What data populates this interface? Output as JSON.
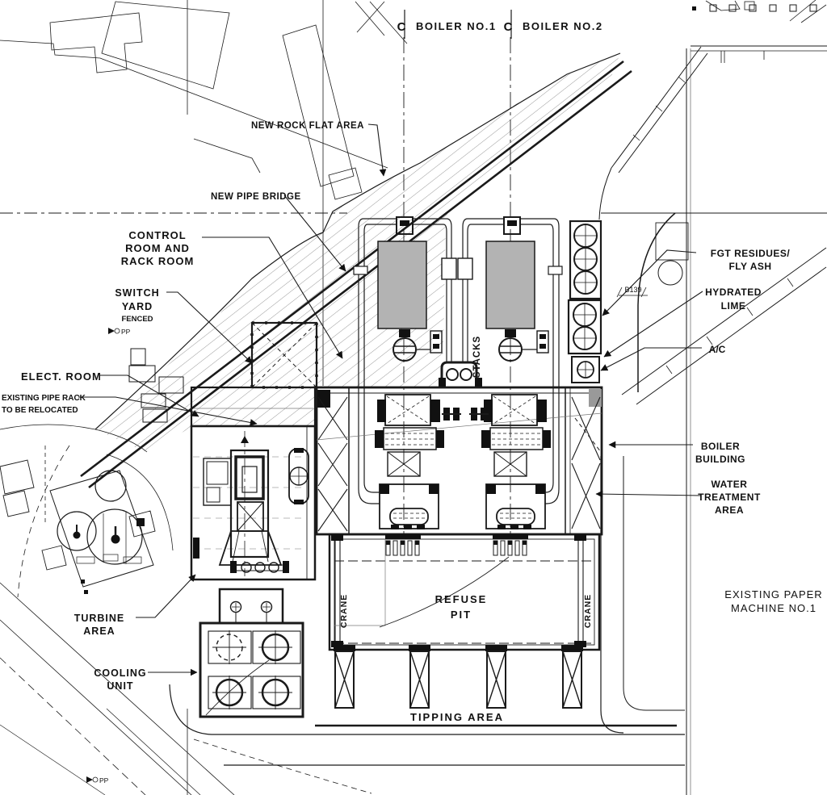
{
  "drawing": {
    "boiler_no1": "BOILER NO.1",
    "boiler_no2": "BOILER NO.2",
    "centerline_symbol": "C",
    "new_rock_flat_area": "NEW ROCK FLAT AREA",
    "new_pipe_bridge": "NEW PIPE BRIDGE",
    "control_room": [
      "CONTROL",
      "ROOM AND",
      "RACK ROOM"
    ],
    "switch_yard": [
      "SWITCH",
      "YARD"
    ],
    "switch_yard_note": "FENCED",
    "elect_room": "ELECT. ROOM",
    "existing_pipe_rack": [
      "EXISTING PIPE RACK",
      "TO BE RELOCATED"
    ],
    "fgt_residues": [
      "FGT RESIDUES/",
      "FLY ASH"
    ],
    "hydrated_lime": [
      "HYDRATED",
      "LIME"
    ],
    "ac_silo": "A/C",
    "building_no": "B139",
    "stacks": "STACKS",
    "boiler_building": [
      "BOILER",
      "BUILDING"
    ],
    "water_treatment": [
      "WATER",
      "TREATMENT",
      "AREA"
    ],
    "turbine_area": [
      "TURBINE",
      "AREA"
    ],
    "cooling_unit": [
      "COOLING",
      "UNIT"
    ],
    "refuse_pit": [
      "REFUSE",
      "PIT"
    ],
    "crane": "CRANE",
    "tipping_area": "TIPPING AREA",
    "existing_paper_machine": [
      "EXISTING PAPER",
      "MACHINE NO.1"
    ],
    "pp_marker": "PP"
  },
  "colors": {
    "line": "#1a1a1a",
    "boiler_fill": "#b3b3b3",
    "paper": "#ffffff"
  }
}
